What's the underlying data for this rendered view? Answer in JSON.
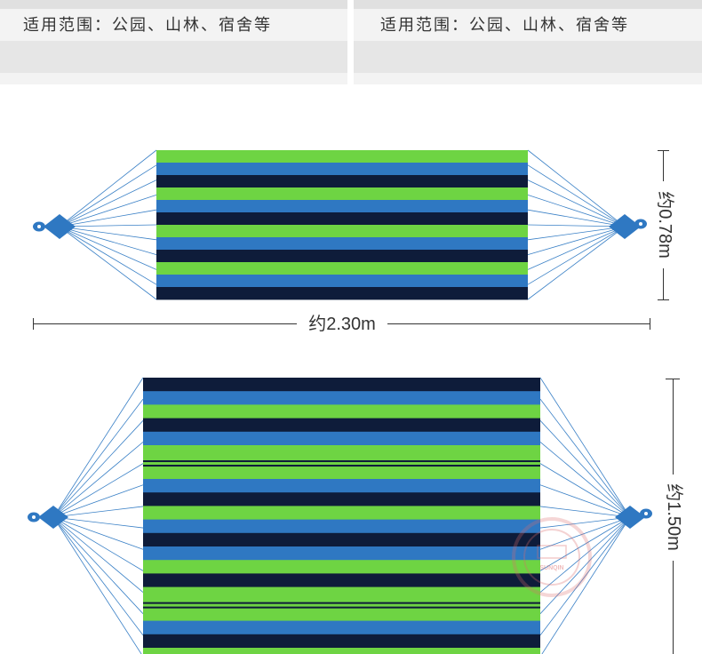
{
  "spec_panels": [
    {
      "usage": "适用范围：公园、山林、宿舍等"
    },
    {
      "usage": "适用范围：公园、山林、宿舍等"
    }
  ],
  "dimensions": {
    "length": "约2.30m",
    "width_single": "约0.78m",
    "width_double": "约1.50m"
  },
  "colors": {
    "green": "#6ed443",
    "blue": "#2f78c2",
    "navy": "#0e1c3a",
    "rope": "#3a80c6",
    "dimension": "#333333",
    "watermark": "#dc6a6a"
  },
  "hammock_single": {
    "stripes": [
      "green",
      "blue",
      "navy",
      "green",
      "blue",
      "navy",
      "green",
      "blue",
      "navy",
      "green",
      "blue",
      "navy"
    ]
  },
  "hammock_double": {
    "stripes": [
      "navy",
      "blue",
      "green",
      "navy",
      "blue",
      "green-lined",
      "blue",
      "navy",
      "green",
      "blue",
      "navy",
      "blue",
      "green",
      "navy",
      "green-lined",
      "blue",
      "navy",
      "green"
    ]
  },
  "watermark": {
    "text": "SUNQIN"
  }
}
